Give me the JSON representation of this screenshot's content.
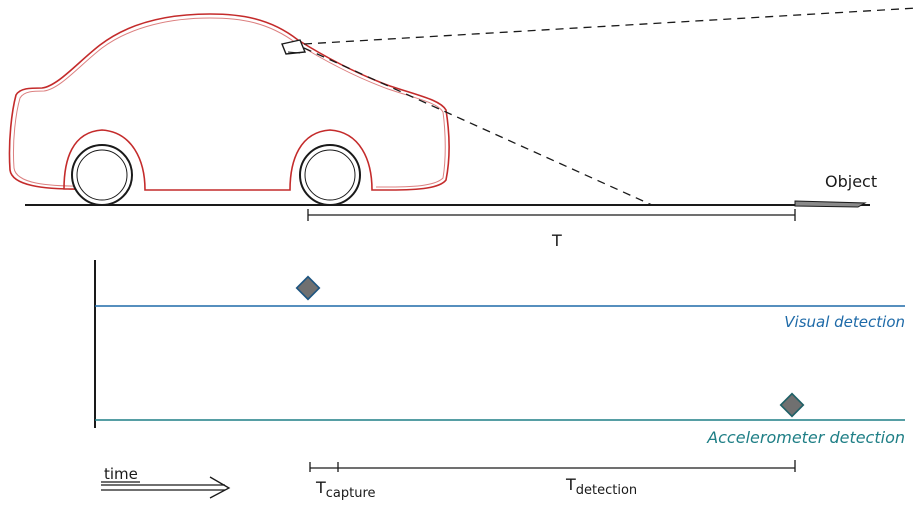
{
  "labels": {
    "object": "Object",
    "interval": "T",
    "visual": "Visual detection",
    "accel": "Accelerometer detection",
    "time": "time",
    "t_capture_main": "T",
    "t_capture_sub": "capture",
    "t_detection_main": "T",
    "t_detection_sub": "detection"
  },
  "colors": {
    "car_outline": "#c42b2b",
    "visual_line": "#1e6aa8",
    "accel_line": "#1f7f86",
    "marker": "#707070",
    "ink": "#1a1a1a"
  },
  "icons": [
    "camera-icon",
    "wheel-icon",
    "diamond-marker"
  ]
}
